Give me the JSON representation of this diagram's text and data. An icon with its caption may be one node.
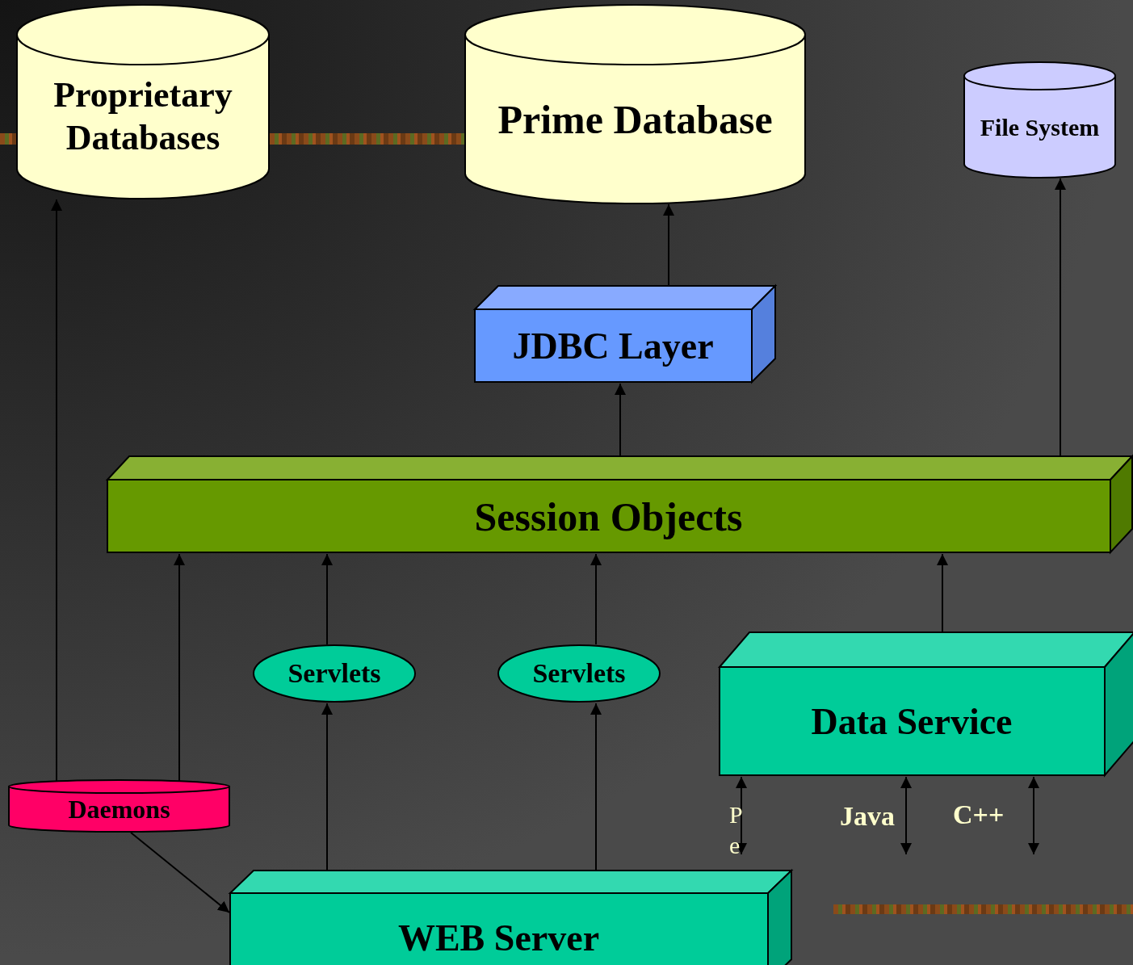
{
  "diagram": {
    "nodes": [
      {
        "text": [
          "Proprietary Databases"
        ]
      },
      {
        "text": [
          "Prime Database"
        ]
      },
      {
        "text": [
          "File System"
        ]
      },
      {
        "text": [
          "JDBC Layer"
        ]
      },
      {
        "text": [
          "Session Objects"
        ]
      },
      {
        "text": [
          "Servlets"
        ]
      },
      {
        "text": [
          "Servlets"
        ]
      },
      {
        "text": [
          "Data Service"
        ]
      },
      {
        "text": [
          "Daemons"
        ]
      },
      {
        "text": [
          "WEB Server"
        ]
      }
    ],
    "edges": [
      {
        "from": 8,
        "to": 0,
        "arrow": "to"
      },
      {
        "from": 8,
        "to": 4,
        "arrow": "to"
      },
      {
        "from": 9,
        "to": 5,
        "arrow": "to"
      },
      {
        "from": 9,
        "to": 6,
        "arrow": "to"
      },
      {
        "from": 5,
        "to": 4,
        "arrow": "to"
      },
      {
        "from": 6,
        "to": 4,
        "arrow": "to"
      },
      {
        "from": 7,
        "to": 4,
        "arrow": "to"
      },
      {
        "from": 4,
        "to": 3,
        "arrow": "to"
      },
      {
        "from": 3,
        "to": 1,
        "arrow": "to"
      },
      {
        "from": 4,
        "to": 2,
        "arrow": "to"
      },
      {
        "from": 8,
        "to": 9,
        "arrow": "to"
      },
      {
        "from": 7,
        "to": 9,
        "arrow": "both",
        "label": "Pe"
      },
      {
        "from": 7,
        "to": null,
        "arrow": "both",
        "label": "Java"
      },
      {
        "from": 7,
        "to": null,
        "arrow": "both",
        "label": "C++"
      }
    ]
  }
}
